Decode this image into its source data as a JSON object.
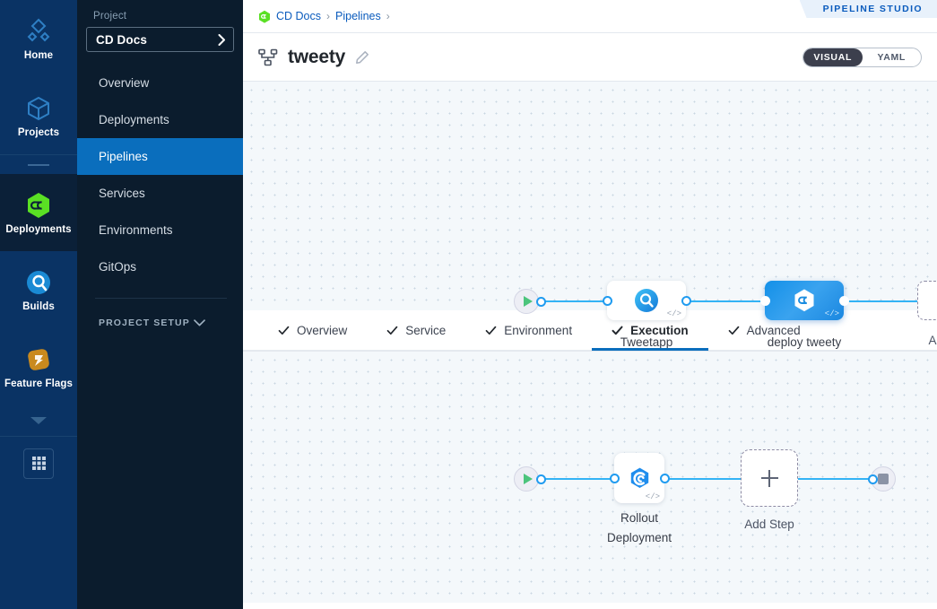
{
  "rail": {
    "items": [
      {
        "label": "Home",
        "icon": "home-diamond-icon",
        "active": false
      },
      {
        "label": "Projects",
        "icon": "cube-icon",
        "active": false
      },
      {
        "label": "Deployments",
        "icon": "cd-hexagon-icon",
        "active": true
      },
      {
        "label": "Builds",
        "icon": "ci-circle-icon",
        "active": false
      },
      {
        "label": "Feature Flags",
        "icon": "feature-flags-icon",
        "active": false
      }
    ],
    "expand_icon": "chevron-down-icon",
    "apps_icon": "grid-apps-icon"
  },
  "sidebar": {
    "caption": "Project",
    "project_name": "CD Docs",
    "project_chevron": "chevron-right-icon",
    "items": [
      {
        "label": "Overview",
        "active": false
      },
      {
        "label": "Deployments",
        "active": false
      },
      {
        "label": "Pipelines",
        "active": true
      },
      {
        "label": "Services",
        "active": false
      },
      {
        "label": "Environments",
        "active": false
      },
      {
        "label": "GitOps",
        "active": false
      }
    ],
    "setup_label": "PROJECT SETUP",
    "setup_chevron": "chevron-down-icon"
  },
  "header": {
    "ribbon": "PIPELINE STUDIO",
    "breadcrumbs": [
      {
        "label": "CD Docs",
        "sep": "›"
      },
      {
        "label": "Pipelines",
        "sep": "›"
      }
    ],
    "pipeline_icon": "pipeline-hierarchy-icon",
    "pipeline_name": "tweety",
    "edit_icon": "pencil-edit-icon",
    "view_modes": [
      {
        "label": "VISUAL",
        "active": true
      },
      {
        "label": "YAML",
        "active": false
      }
    ]
  },
  "stage_graph": {
    "start_icon": "play-start-icon",
    "end_icon": "stop-end-icon",
    "nodes": [
      {
        "name": "Tweetapp",
        "icon": "ci-build-icon",
        "selected": false,
        "code_glyph": "</>"
      },
      {
        "name": "deploy tweety",
        "icon": "cd-deploy-icon",
        "selected": true,
        "code_glyph": "</>"
      }
    ],
    "add_label": "Add Stage",
    "add_icon": "plus-icon"
  },
  "tabs": [
    {
      "label": "Overview",
      "checked": true,
      "active": false
    },
    {
      "label": "Service",
      "checked": true,
      "active": false
    },
    {
      "label": "Environment",
      "checked": true,
      "active": false
    },
    {
      "label": "Execution",
      "checked": true,
      "active": true
    },
    {
      "label": "Advanced",
      "checked": true,
      "active": false
    }
  ],
  "step_graph": {
    "start_icon": "play-start-icon",
    "end_icon": "stop-end-icon",
    "nodes": [
      {
        "name_line1": "Rollout",
        "name_line2": "Deployment",
        "icon": "kubernetes-rollout-icon",
        "code_glyph": "</>"
      }
    ],
    "add_label": "Add Step",
    "add_icon": "plus-icon"
  },
  "colors": {
    "accent_blue": "#0a6ebd",
    "edge_blue": "#33b3f5",
    "rail_bg": "#0a3364",
    "sidebar_bg": "#0b1c2d",
    "canvas_bg": "#f4f8fb",
    "start_green": "#4cc47c",
    "selected_node": "#1390e8"
  }
}
